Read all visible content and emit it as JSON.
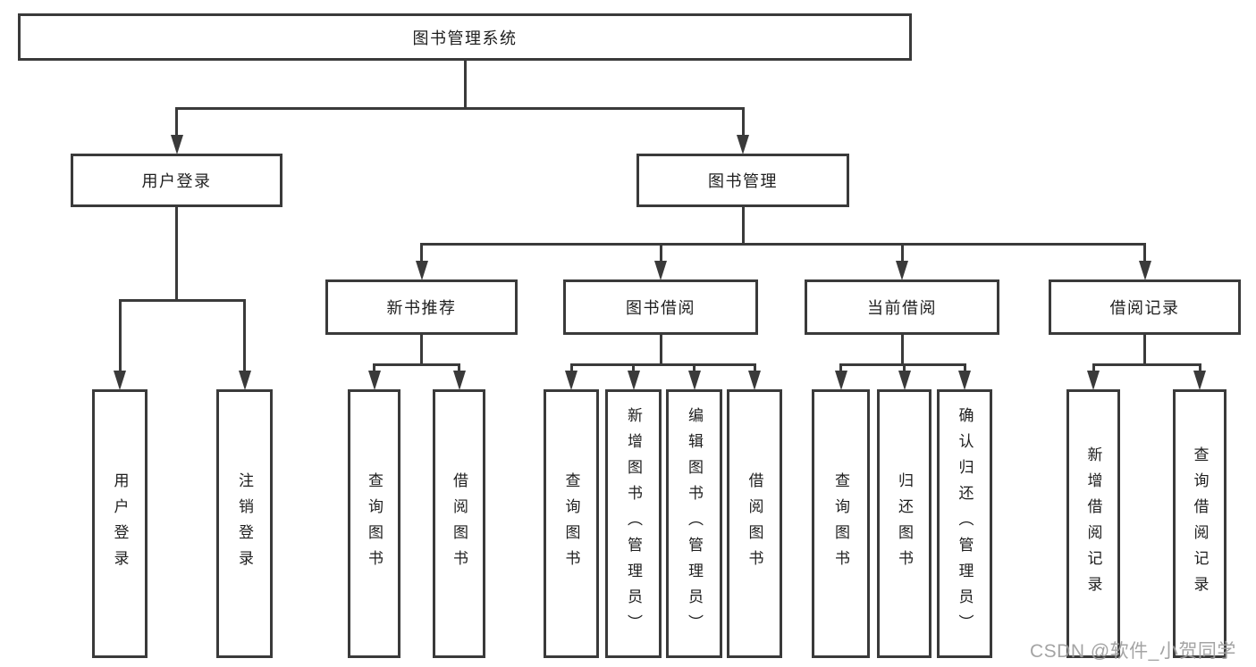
{
  "diagram": {
    "title": "图书管理系统",
    "type": "hierarchy-tree",
    "colors": {
      "line": "#3a3a3a",
      "text": "#1e1e1e",
      "background": "#ffffff",
      "watermark": "#949494"
    },
    "nodes": [
      {
        "id": "system-root",
        "label": "图书管理系统",
        "orientation": "horizontal",
        "parent": null
      },
      {
        "id": "user-login",
        "label": "用户登录",
        "orientation": "horizontal",
        "parent": "system-root"
      },
      {
        "id": "book-management",
        "label": "图书管理",
        "orientation": "horizontal",
        "parent": "system-root"
      },
      {
        "id": "new-book-recommend",
        "label": "新书推荐",
        "orientation": "horizontal",
        "parent": "book-management"
      },
      {
        "id": "book-borrow",
        "label": "图书借阅",
        "orientation": "horizontal",
        "parent": "book-management"
      },
      {
        "id": "current-borrow",
        "label": "当前借阅",
        "orientation": "horizontal",
        "parent": "book-management"
      },
      {
        "id": "borrow-records",
        "label": "借阅记录",
        "orientation": "horizontal",
        "parent": "book-management"
      },
      {
        "id": "leaf-user-login",
        "label": "用户登录",
        "orientation": "vertical",
        "parent": "user-login"
      },
      {
        "id": "leaf-logout",
        "label": "注销登录",
        "orientation": "vertical",
        "parent": "user-login"
      },
      {
        "id": "leaf-query-books-recommend",
        "label": "查询图书",
        "orientation": "vertical",
        "parent": "new-book-recommend"
      },
      {
        "id": "leaf-borrow-books-recommend",
        "label": "借阅图书",
        "orientation": "vertical",
        "parent": "new-book-recommend"
      },
      {
        "id": "leaf-query-books-borrow",
        "label": "查询图书",
        "orientation": "vertical",
        "parent": "book-borrow"
      },
      {
        "id": "leaf-add-books-admin",
        "label": "新增图书（管理员）",
        "orientation": "vertical",
        "parent": "book-borrow"
      },
      {
        "id": "leaf-edit-books-admin",
        "label": "编辑图书（管理员）",
        "orientation": "vertical",
        "parent": "book-borrow"
      },
      {
        "id": "leaf-borrow-books",
        "label": "借阅图书",
        "orientation": "vertical",
        "parent": "book-borrow"
      },
      {
        "id": "leaf-query-books-current",
        "label": "查询图书",
        "orientation": "vertical",
        "parent": "current-borrow"
      },
      {
        "id": "leaf-return-books",
        "label": "归还图书",
        "orientation": "vertical",
        "parent": "current-borrow"
      },
      {
        "id": "leaf-confirm-return-admin",
        "label": "确认归还（管理员）",
        "orientation": "vertical",
        "parent": "current-borrow"
      },
      {
        "id": "leaf-add-borrow-record",
        "label": "新增借阅记录",
        "orientation": "vertical",
        "parent": "borrow-records"
      },
      {
        "id": "leaf-query-borrow-record",
        "label": "查询借阅记录",
        "orientation": "vertical",
        "parent": "borrow-records"
      }
    ],
    "watermark": "CSDN @软件_小贺同学"
  }
}
